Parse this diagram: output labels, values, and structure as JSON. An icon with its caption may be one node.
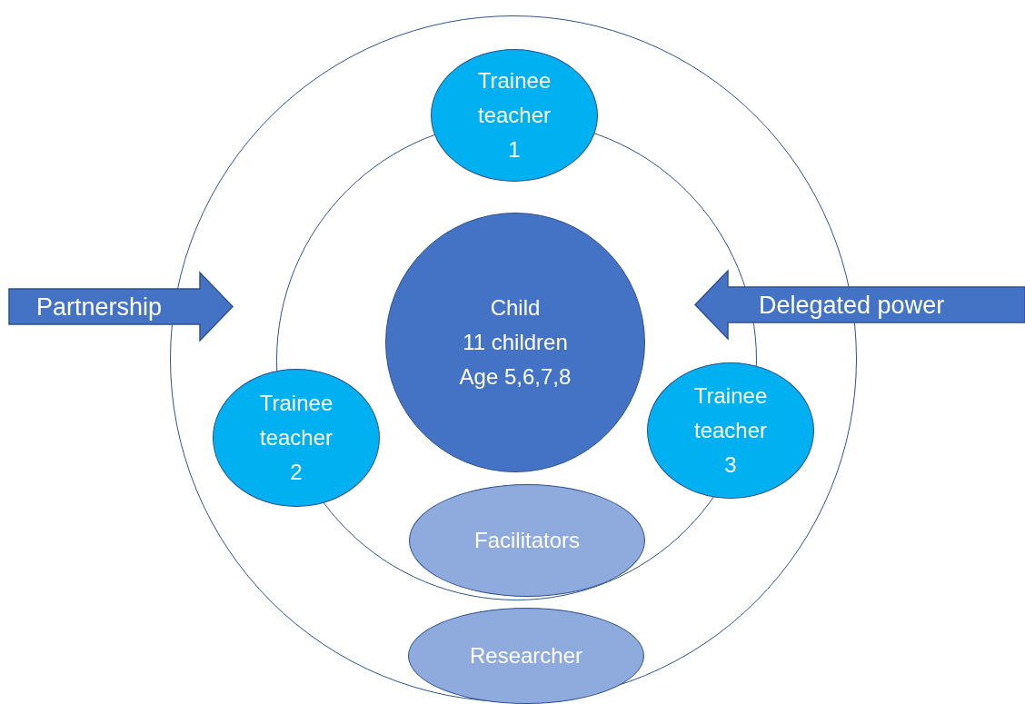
{
  "diagram": {
    "nodes": [
      {
        "text": [],
        "shape": "circle"
      },
      {
        "text": [],
        "shape": "circle",
        "in": 0
      },
      {
        "text": [
          "Trainee teacher 1"
        ],
        "in": 0
      },
      {
        "text": [
          "Partnership"
        ]
      },
      {
        "text": [
          "Child",
          "11 children",
          "Age 5,6,7,8"
        ],
        "in": 1
      },
      {
        "text": [
          "Delegated power"
        ]
      },
      {
        "text": [
          "Trainee teacher 2"
        ],
        "in": 0
      },
      {
        "text": [
          "Trainee teacher 3"
        ],
        "in": 0
      },
      {
        "text": [
          "Facilitators"
        ],
        "in": 1
      },
      {
        "text": [
          "Researcher"
        ],
        "in": 0
      }
    ]
  }
}
